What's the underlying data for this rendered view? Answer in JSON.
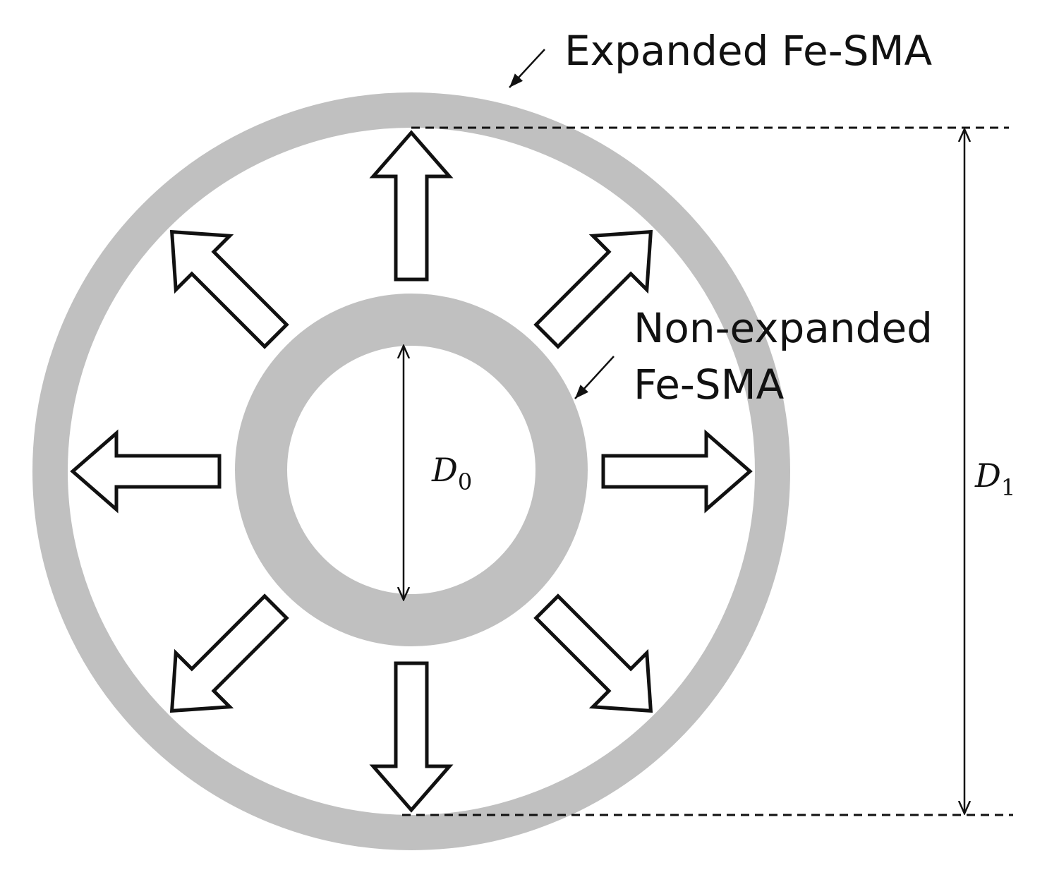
{
  "labels": {
    "expanded": "Expanded Fe-SMA",
    "non_expanded_line1": "Non-expanded",
    "non_expanded_line2": "Fe-SMA",
    "d0_main": "D",
    "d0_sub": "0",
    "d1_main": "D",
    "d1_sub": "1"
  },
  "colors": {
    "ring": "#c0c0c0",
    "stroke": "#111111",
    "background": "#ffffff"
  },
  "arrow_directions_deg": [
    0,
    45,
    90,
    135,
    180,
    225,
    270,
    315
  ]
}
